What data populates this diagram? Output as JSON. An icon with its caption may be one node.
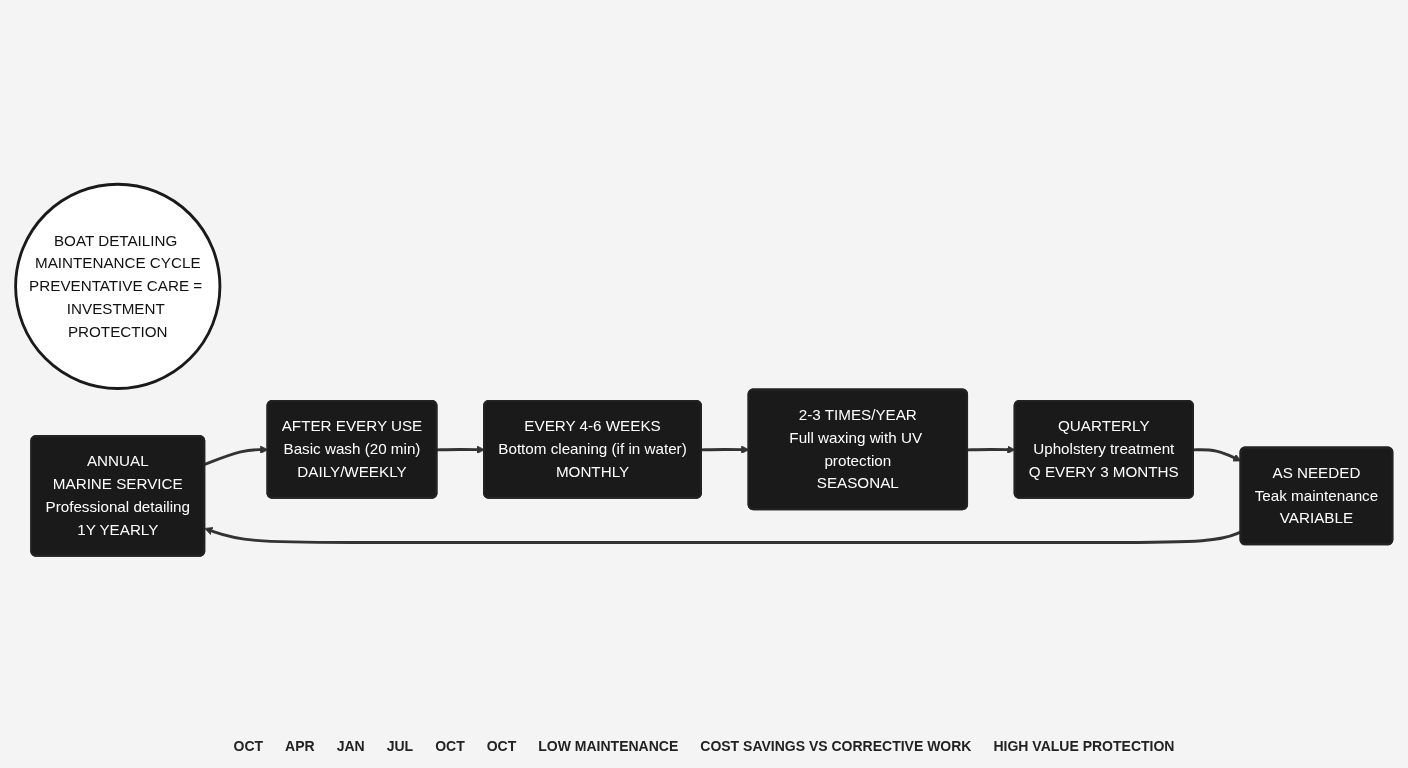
{
  "diagram": {
    "nodes": [
      {
        "text": [
          "BOAT DETAILING MAINTENANCE CYCLE",
          "PREVENTATIVE CARE = INVESTMENT PROTECTION"
        ]
      },
      {
        "text": [
          "ANNUAL",
          "MARINE SERVICE",
          "Professional detailing",
          "1Y YEARLY"
        ]
      },
      {
        "text": [
          "AFTER EVERY USE",
          "Basic wash (20 min)",
          "DAILY/WEEKLY"
        ]
      },
      {
        "text": [
          "EVERY 4-6 WEEKS",
          "Bottom cleaning (if in water)",
          "MONTHLY"
        ]
      },
      {
        "text": [
          "2-3 TIMES/YEAR",
          "Full waxing with UV protection",
          "SEASONAL"
        ]
      },
      {
        "text": [
          "QUARTERLY",
          "Upholstery treatment",
          "Q EVERY 3 MONTHS"
        ]
      },
      {
        "text": [
          "AS NEEDED",
          "Teak maintenance",
          "VARIABLE"
        ]
      }
    ],
    "edges": [
      {
        "from": 1,
        "to": 2,
        "arrow": "to"
      },
      {
        "from": 2,
        "to": 3,
        "arrow": "to"
      },
      {
        "from": 3,
        "to": 4,
        "arrow": "to"
      },
      {
        "from": 4,
        "to": 5,
        "arrow": "to"
      },
      {
        "from": 5,
        "to": 6,
        "arrow": "to"
      },
      {
        "from": 6,
        "to": 1,
        "arrow": "to"
      }
    ],
    "labels": [
      "OCT",
      "APR",
      "JAN",
      "JUL",
      "OCT",
      "OCT",
      "LOW MAINTENANCE",
      "COST SAVINGS VS CORRECTIVE WORK",
      "HIGH VALUE PROTECTION"
    ]
  }
}
